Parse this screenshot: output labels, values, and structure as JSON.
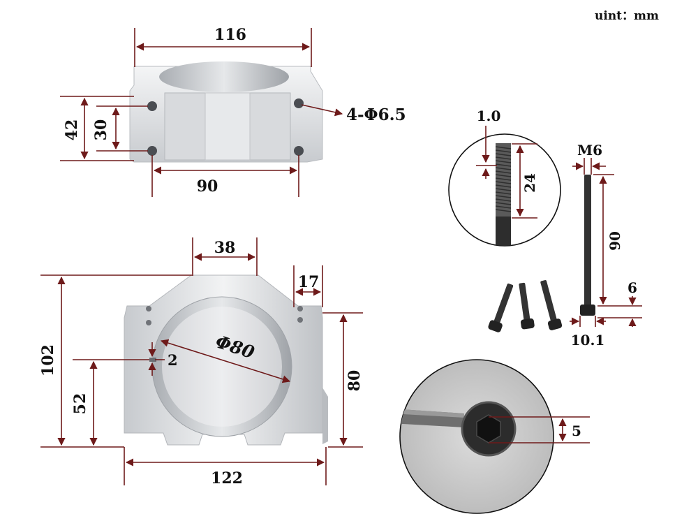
{
  "unit_label": "uint：mm",
  "colors": {
    "dimension_line": "#6e1a1a",
    "metal_light": "#e8eaec",
    "metal_mid": "#c9ccd0",
    "screw": "#2a2a2a"
  },
  "top_view": {
    "width": "116",
    "height": "42",
    "hole_pitch_y": "30",
    "hole_pitch_x": "90",
    "holes": "4-Φ6.5"
  },
  "front_view": {
    "top_flat": "38",
    "side_step": "17",
    "total_height": "102",
    "bore_diameter": "Φ80",
    "center_height": "52",
    "side_height": "80",
    "slot": "2",
    "base_width": "122"
  },
  "screw": {
    "pitch": "1.0",
    "thread_length": "24",
    "thread_size": "M6",
    "length": "90",
    "head_height": "6",
    "head_diameter": "10.1",
    "hex_socket": "5"
  }
}
